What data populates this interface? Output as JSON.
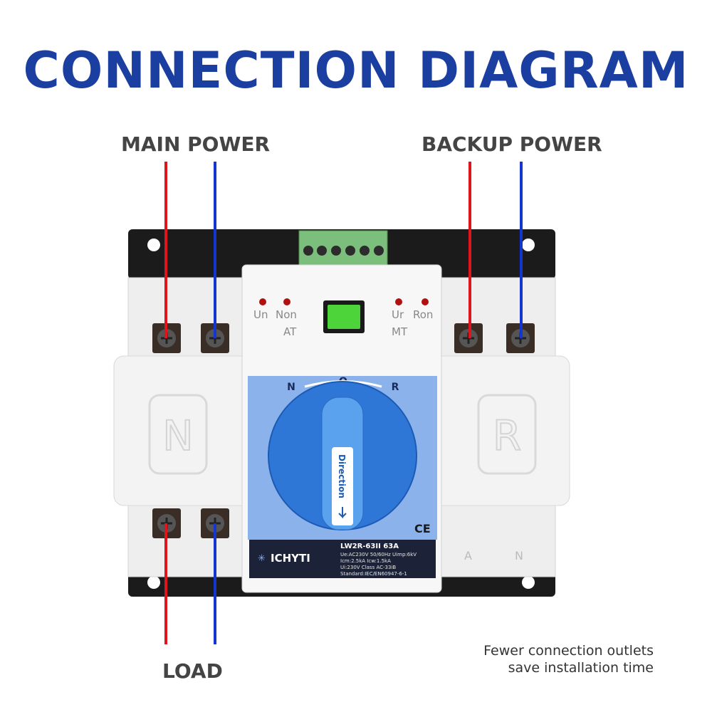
{
  "title": "CONNECTION DIAGRAM",
  "labels": {
    "main_power": "MAIN POWER",
    "backup_power": "BACKUP POWER",
    "load": "LOAD"
  },
  "note": {
    "line1": "Fewer connection outlets",
    "line2": "save installation time"
  },
  "indicators": {
    "un": "Un",
    "non": "Non",
    "at": "AT",
    "ur": "Ur",
    "ron": "Ron",
    "mt": "MT"
  },
  "side_marks": {
    "left": "N",
    "right": "R"
  },
  "dial": {
    "n": "N",
    "o": "O",
    "r": "R",
    "handle_text": "Direction"
  },
  "nameplate": {
    "brand": "ICHYTI",
    "model": "LW2R-63II  63A",
    "line1": "Ue:AC230V  50/60Hz  Uimp:6kV",
    "line2": "Icm:2.5kA    Icw:1.5kA",
    "line3": "Ui:230V      Class   AC-33iB",
    "line4": "Standard:IEC/EN60947-6-1",
    "ce": "CE"
  },
  "terminal_marks": {
    "a": "A",
    "n": "N"
  },
  "colors": {
    "title": "#1a3fa0",
    "live_wire": "#e0141c",
    "neutral_wire": "#1535d0",
    "dial": "#2f77d6"
  }
}
